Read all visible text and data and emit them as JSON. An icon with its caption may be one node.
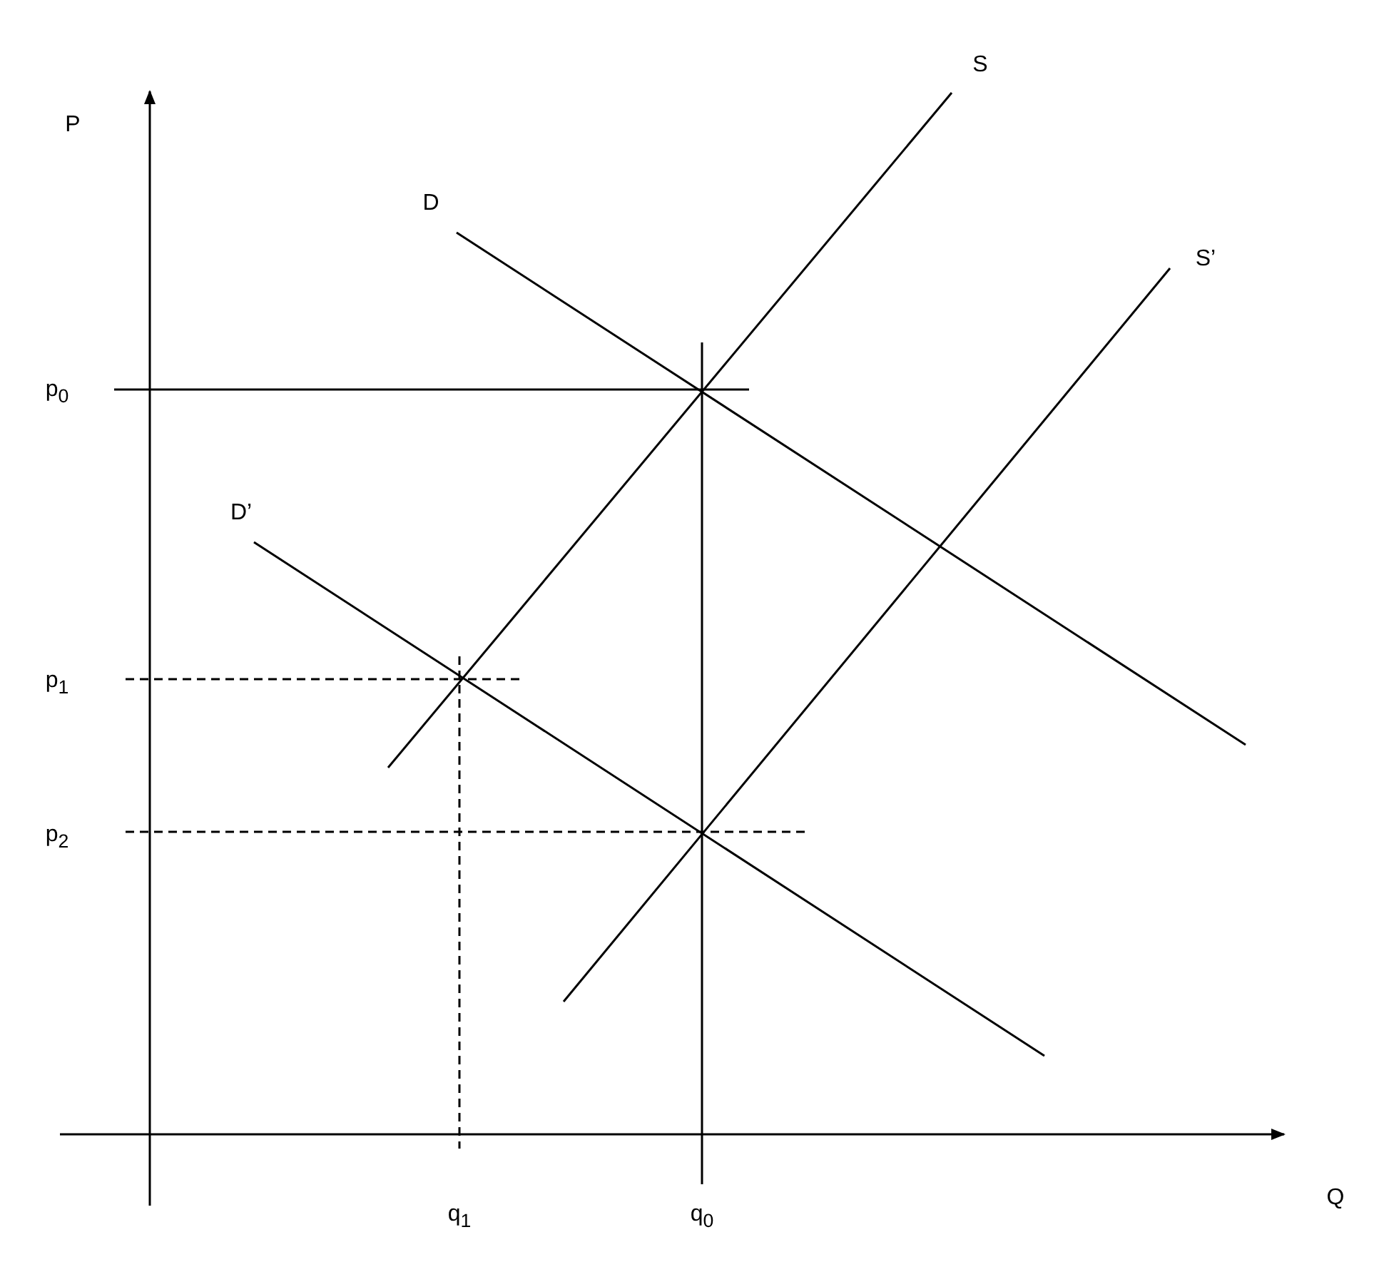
{
  "diagram": {
    "labels": [
      "P",
      "S",
      "D",
      "S’",
      "p$_{0}$",
      "D’",
      "p$_{1}$",
      "p$_{2}$",
      "Q",
      "q$_{1}$",
      "q$_{0}$"
    ]
  }
}
